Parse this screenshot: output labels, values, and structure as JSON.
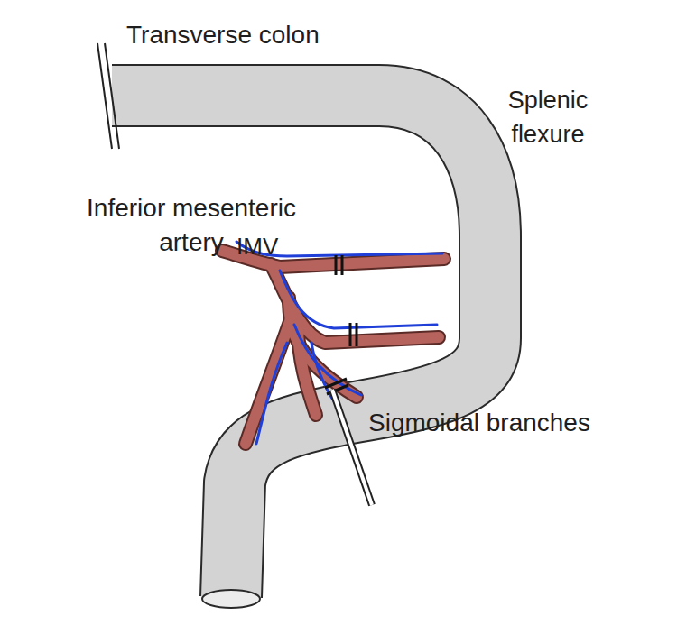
{
  "diagram": {
    "labels": [
      "Transverse colon",
      "Splenic flexure",
      "Inferior mesenteric artery",
      "IMV",
      "Sigmoidal branches"
    ]
  }
}
